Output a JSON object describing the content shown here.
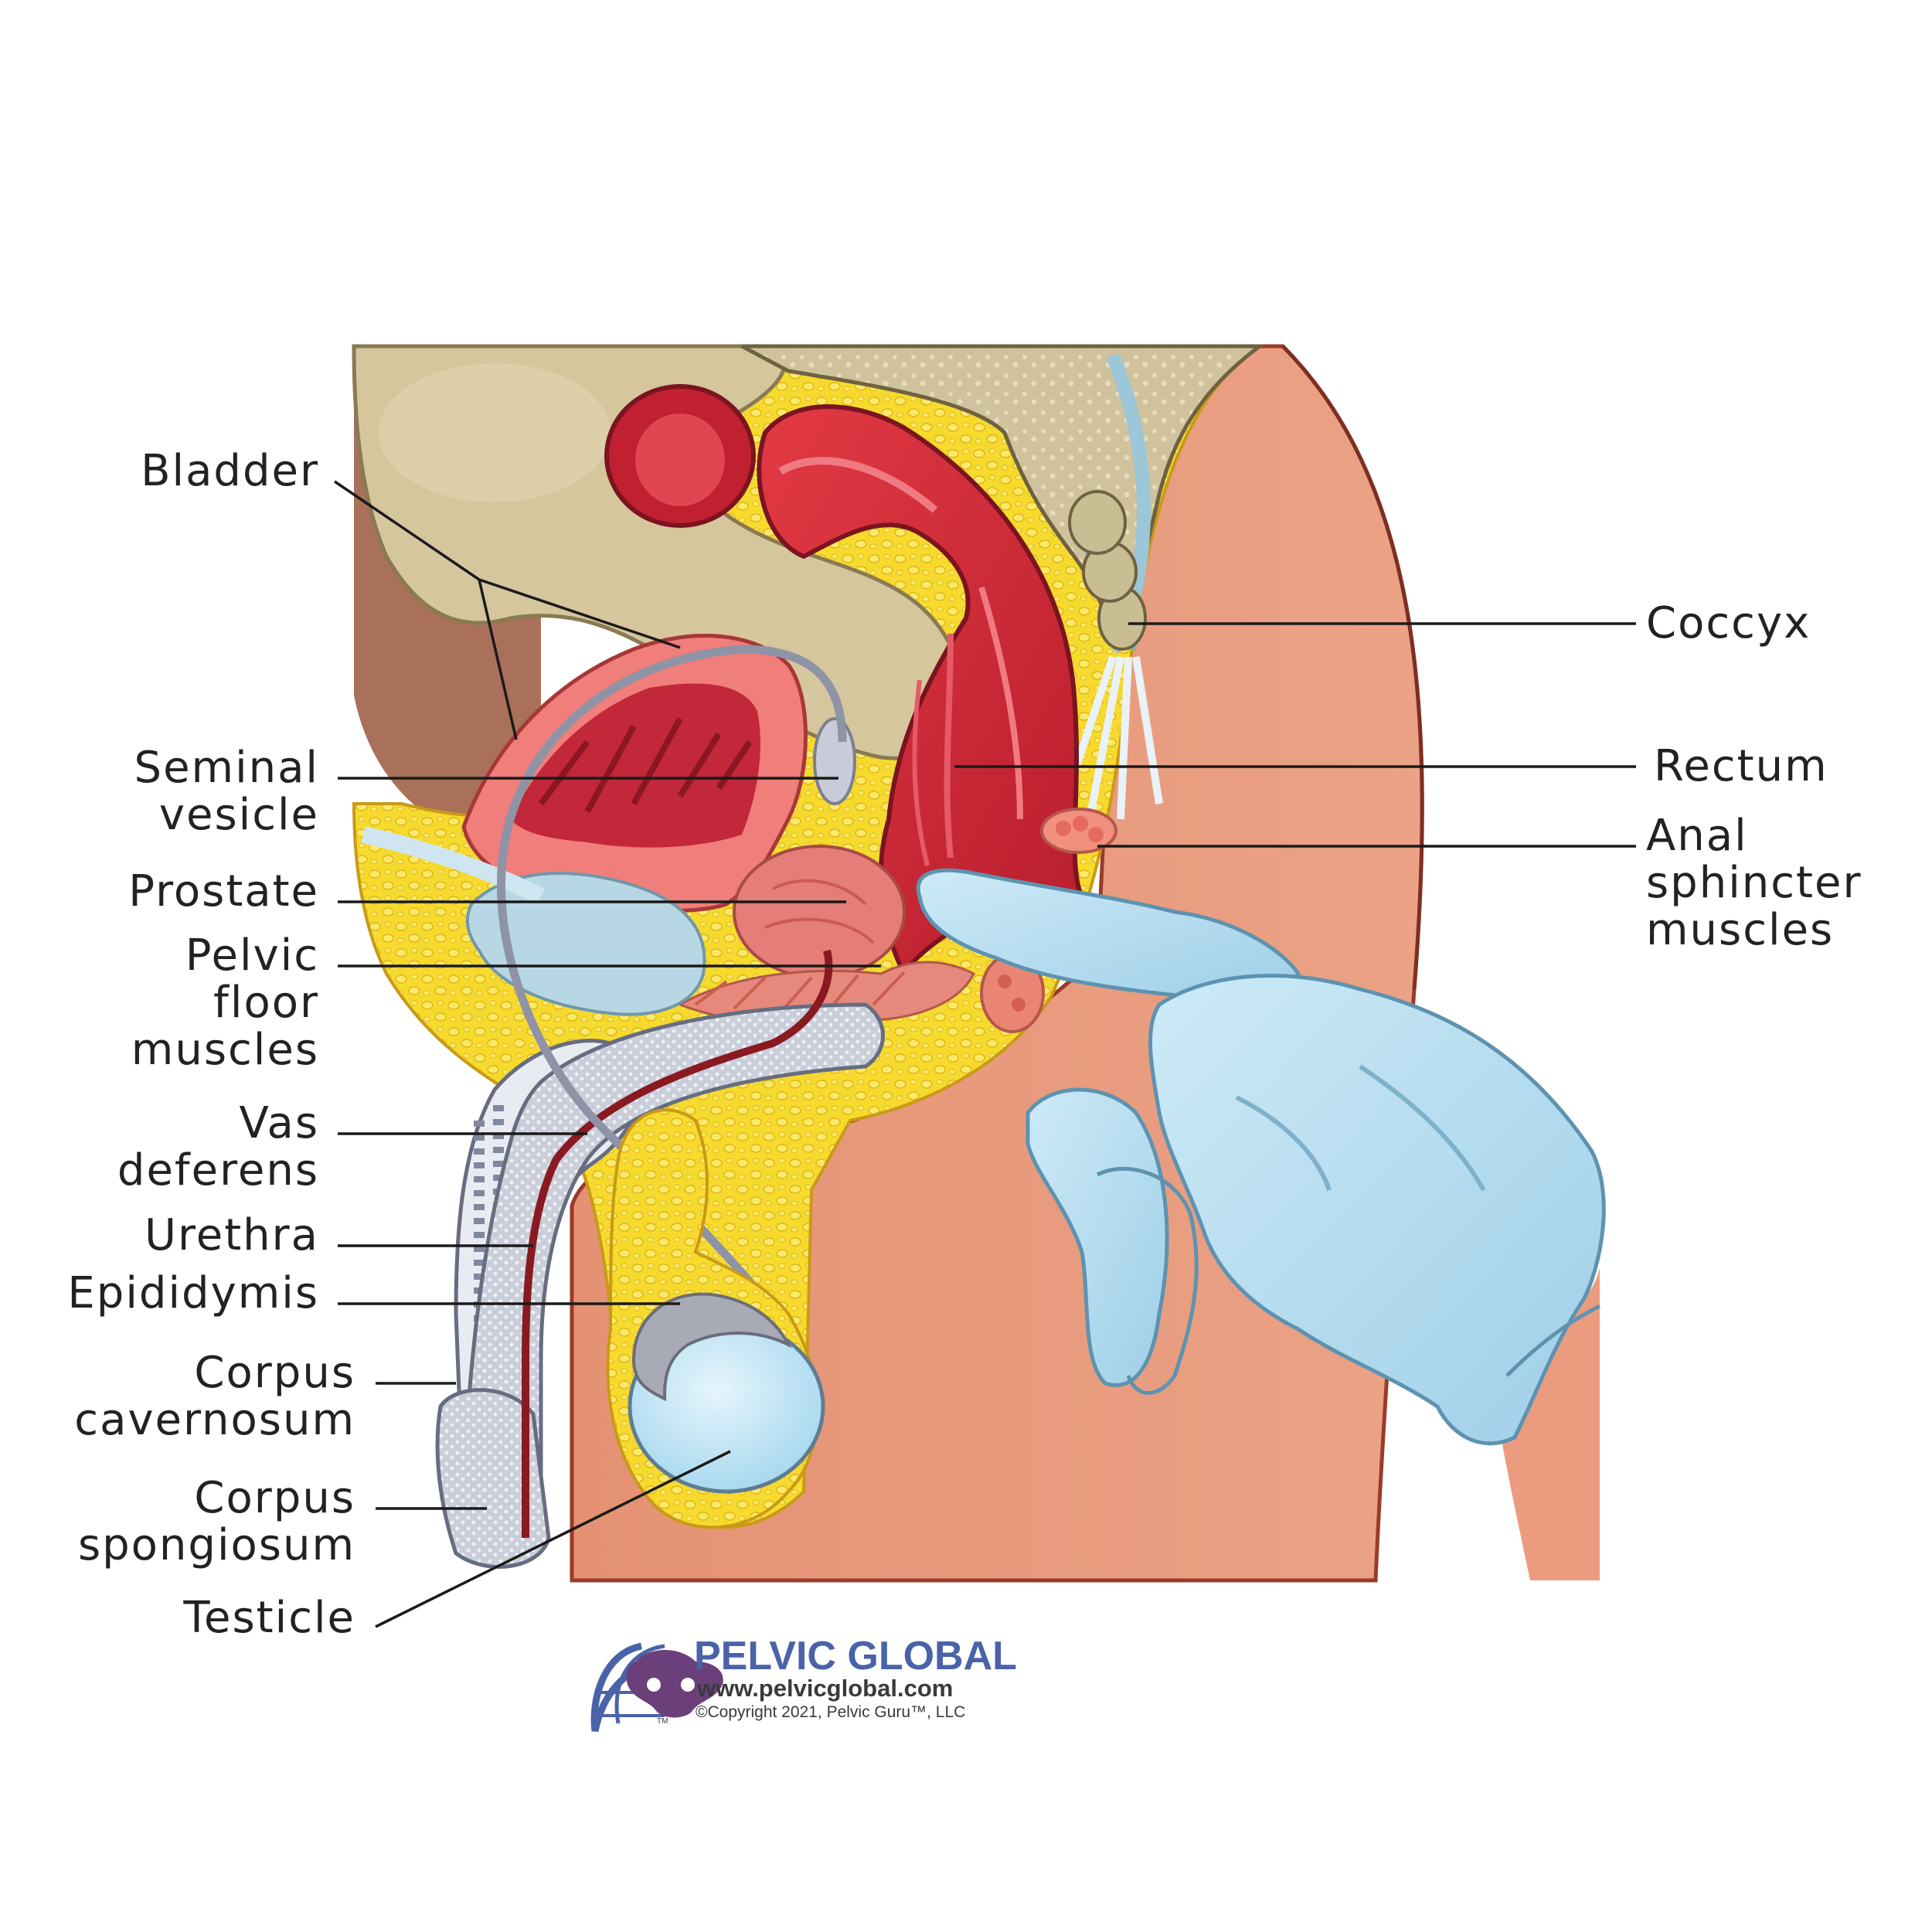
{
  "labels": {
    "bladder": "Bladder",
    "seminal_vesicle": [
      "Seminal",
      "vesicle"
    ],
    "prostate": "Prostate",
    "pelvic_floor_muscles": [
      "Pelvic",
      "floor",
      "muscles"
    ],
    "vas_deferens": [
      "Vas",
      "deferens"
    ],
    "urethra": "Urethra",
    "epididymis": "Epididymis",
    "corpus_cavernosum": [
      "Corpus",
      "cavernosum"
    ],
    "corpus_spongiosum": [
      "Corpus",
      "spongiosum"
    ],
    "testicle": "Testicle",
    "coccyx": "Coccyx",
    "rectum": "Rectum",
    "anal_sphincter_muscles": [
      "Anal",
      "sphincter",
      "muscles"
    ]
  },
  "logo": {
    "brand": "PELVIC GLOBAL",
    "url": "www.pelvicglobal.com",
    "copyright": "©Copyright 2021, Pelvic Guru™, LLC",
    "trademark": "TM"
  },
  "colors": {
    "skin": "#e6967a",
    "fat": "#f6dc34",
    "rectum": "#d42a3a",
    "bladder_wall": "#f07a78",
    "bone": "#d7c9a2",
    "glove": "#b6dcef",
    "brand": "#4a63a8"
  }
}
